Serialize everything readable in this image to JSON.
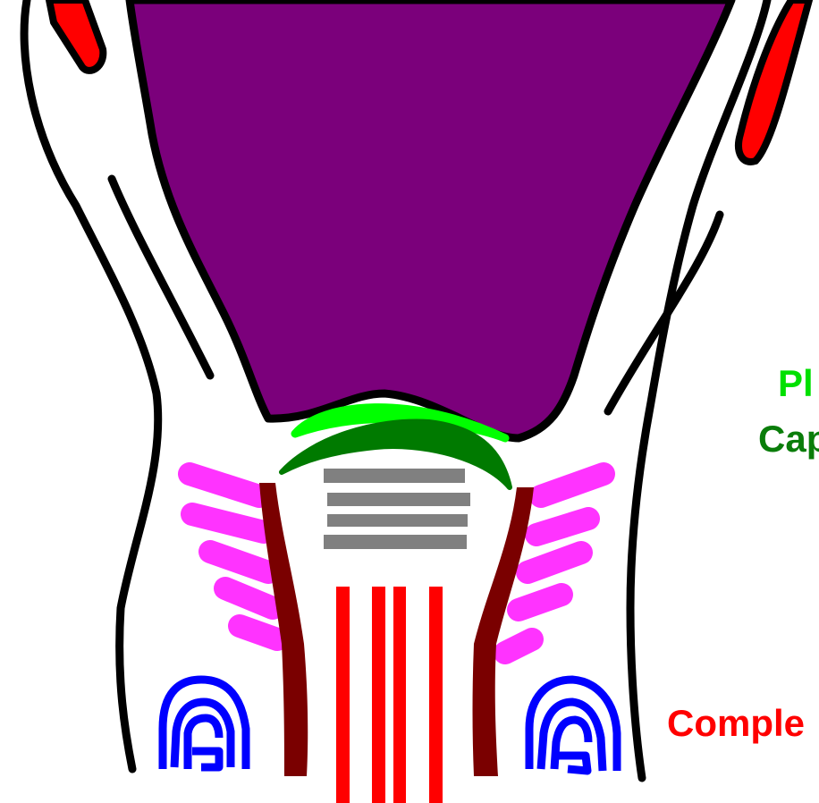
{
  "labels": {
    "label_1": "Pl",
    "label_2": "Cap",
    "label_3": "Comple"
  },
  "colors": {
    "bladder": "#7b007b",
    "red": "#ff0000",
    "bright_green": "#00ff00",
    "dark_green": "#007a00",
    "magenta": "#ff33ff",
    "maroon": "#7a0000",
    "gray": "#808080",
    "blue": "#0000ff",
    "outline": "#000000"
  }
}
